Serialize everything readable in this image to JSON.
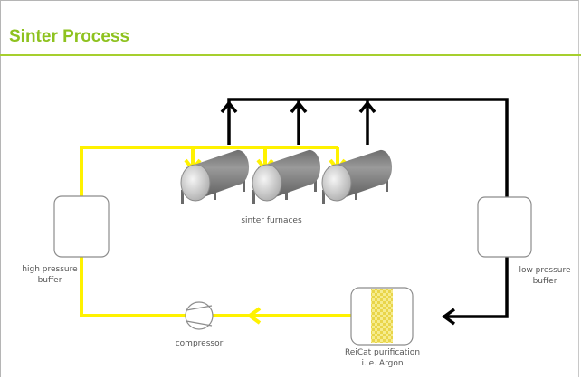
{
  "title": "Sinter Process",
  "colors": {
    "accent": "#8ec21f",
    "clean_gas_line": "#fff200",
    "return_gas_line": "#000000",
    "purifier_fill": "#f2e67a"
  },
  "labels": {
    "furnaces": "sinter furnaces",
    "high_pressure_buffer": "high pressure buffer",
    "low_pressure_buffer": "low pressure buffer",
    "compressor": "compressor",
    "purification_line1": "ReiCat purification",
    "purification_line2": "i. e. Argon"
  },
  "hp_label_lines": [
    "high pressure",
    "buffer"
  ],
  "lp_label_lines": [
    "low pressure",
    "buffer"
  ]
}
